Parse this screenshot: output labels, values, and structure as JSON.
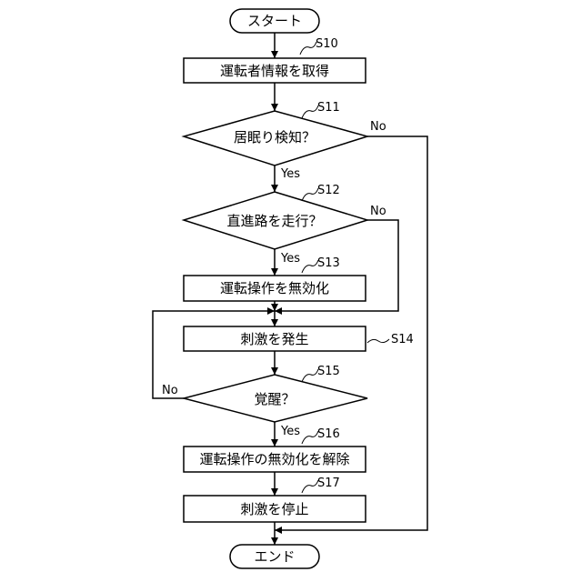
{
  "nodes": {
    "start": "スタート",
    "s10": "運転者情報を取得",
    "s11": "居眠り検知？",
    "s12": "直進路を走行？",
    "s13": "運転操作を無効化",
    "s14": "刺激を発生",
    "s15": "覚醒？",
    "s16": "運転操作の無効化を解除",
    "s17": "刺激を停止",
    "end": "エンド"
  },
  "step_labels": {
    "s10": "S10",
    "s11": "S11",
    "s12": "S12",
    "s13": "S13",
    "s14": "S14",
    "s15": "S15",
    "s16": "S16",
    "s17": "S17"
  },
  "branch_labels": {
    "s11_no": "No",
    "s11_yes": "Yes",
    "s12_no": "No",
    "s12_yes": "Yes",
    "s15_no": "No",
    "s15_yes": "Yes"
  }
}
